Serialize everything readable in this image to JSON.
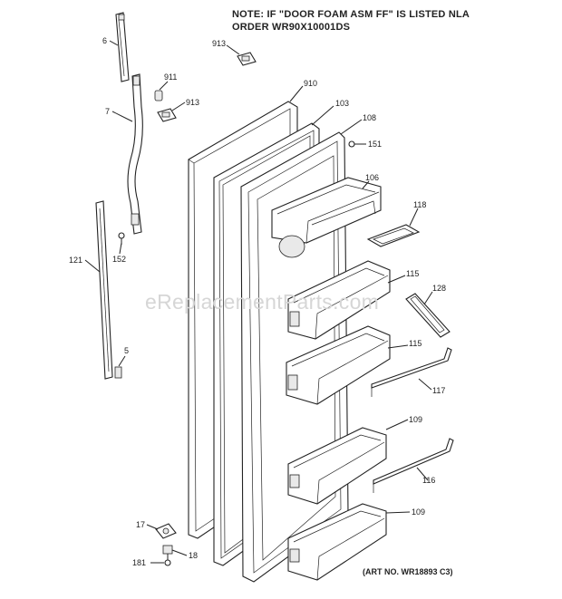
{
  "note": {
    "line1": "NOTE: IF \"DOOR FOAM ASM FF\" IS LISTED NLA",
    "line2": "ORDER WR90X10001DS"
  },
  "watermark": "eReplacementParts.com",
  "art_number": "(ART NO. WR18893 C3)",
  "callouts": {
    "c6": "6",
    "c7": "7",
    "c121": "121",
    "c5": "5",
    "c152": "152",
    "c911": "911",
    "c913a": "913",
    "c913b": "913",
    "c910": "910",
    "c103": "103",
    "c108": "108",
    "c151": "151",
    "c106": "106",
    "c118": "118",
    "c115a": "115",
    "c128": "128",
    "c115b": "115",
    "c117": "117",
    "c109a": "109",
    "c116": "116",
    "c109b": "109",
    "c17": "17",
    "c18": "18",
    "c181": "181"
  }
}
